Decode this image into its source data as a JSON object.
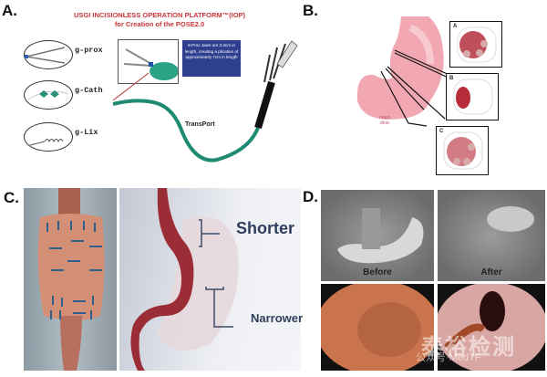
{
  "figure": {
    "panels": {
      "A": {
        "letter": "A.",
        "title_line1": "USGI INCISIONLESS OPERATION PLATFORM™(IOP)",
        "title_line2": "for Creation of the POSE2.0",
        "tools": [
          {
            "label": "g-prox"
          },
          {
            "label": "g-Cath"
          },
          {
            "label": "g-Lix"
          }
        ],
        "info_box": "8-Prox Jaws are 3.3cm in length, creating a plication of approximately 7cm in length",
        "device_label": "TransPort",
        "colors": {
          "title": "#c8373b",
          "info_box": "#2e3f8f",
          "catheter": "#1f8a72"
        }
      },
      "B": {
        "letter": "B.",
        "insets": [
          {
            "tag": "A"
          },
          {
            "tag": "B"
          },
          {
            "tag": "C"
          }
        ],
        "credit_line1": "mayo",
        "credit_line2": "clinic"
      },
      "C": {
        "letter": "C.",
        "label_shorter": "Shorter",
        "label_narrower": "Narrower"
      },
      "D": {
        "letter": "D.",
        "xray_before_caption": "Before",
        "xray_after_caption": "After"
      }
    },
    "watermark": {
      "text_cn": "泰裕检测",
      "text_sub": "公众号·MedTF"
    }
  }
}
